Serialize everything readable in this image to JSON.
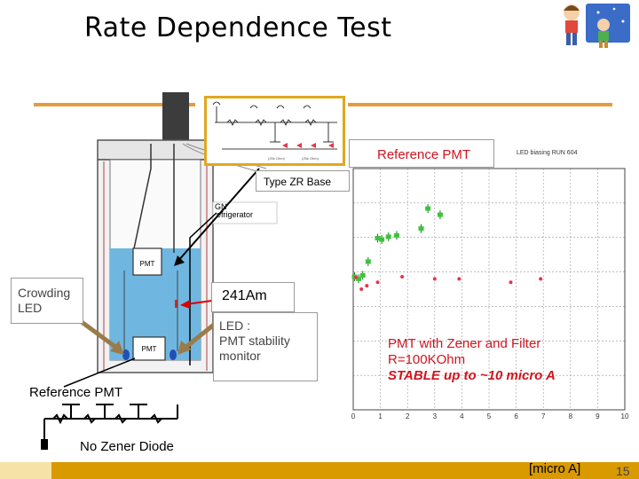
{
  "slide": {
    "title": "Rate Dependence Test",
    "page_number": "15",
    "footer_unit": "[micro A]"
  },
  "apparatus": {
    "crowding_led_label": "Crowding\nLED",
    "am_label": "241Am",
    "led_label": "LED :\nPMT stability\nmonitor",
    "pmt_label": "PMT",
    "refrigerator_label": "efrigerator",
    "refrigerator_prefix": "GN",
    "base_label": "Type ZR Base",
    "reference_pmt_left": "Reference PMT",
    "no_zener_label": "No Zener Diode"
  },
  "chart_panel": {
    "ref_label": "Reference PMT",
    "note_line1": "PMT with Zener and Filter",
    "note_line2": "R=100KOhm",
    "note_line3": "STABLE up to ~10 micro A"
  },
  "colors": {
    "accent_orange": "#e69b3a",
    "footer_gold": "#d99a00",
    "water_blue": "#6fb7e0",
    "highlight_yellow": "#e0a820",
    "marker_green": "#3ec23e",
    "marker_red": "#e8324a"
  },
  "chart_data": {
    "type": "scatter",
    "title": "LED biasing RUN 604",
    "xlabel": "",
    "ylabel": "",
    "xlim": [
      0,
      10
    ],
    "ylim": [
      0.8,
      1.15
    ],
    "xticks": [
      "0",
      "1",
      "2",
      "3",
      "4",
      "5",
      "6",
      "7",
      "8",
      "9",
      "10"
    ],
    "yticks": [
      "0.8",
      "0.85",
      "0.9",
      "0.95",
      "1",
      "1.05",
      "1.1"
    ],
    "grid": true,
    "series": [
      {
        "marker": "green",
        "x": [
          0.05,
          0.2,
          0.35,
          0.55,
          0.9,
          1.05,
          1.3,
          1.6,
          2.5,
          2.75,
          3.2
        ],
        "y": [
          0.993,
          0.99,
          0.995,
          1.015,
          1.049,
          1.047,
          1.051,
          1.053,
          1.063,
          1.092,
          1.083
        ]
      },
      {
        "marker": "red",
        "x": [
          0.1,
          0.3,
          0.5,
          0.9,
          1.8,
          3.0,
          3.9,
          5.8,
          6.9
        ],
        "y": [
          0.992,
          0.975,
          0.98,
          0.985,
          0.993,
          0.99,
          0.99,
          0.985,
          0.99
        ]
      }
    ]
  }
}
